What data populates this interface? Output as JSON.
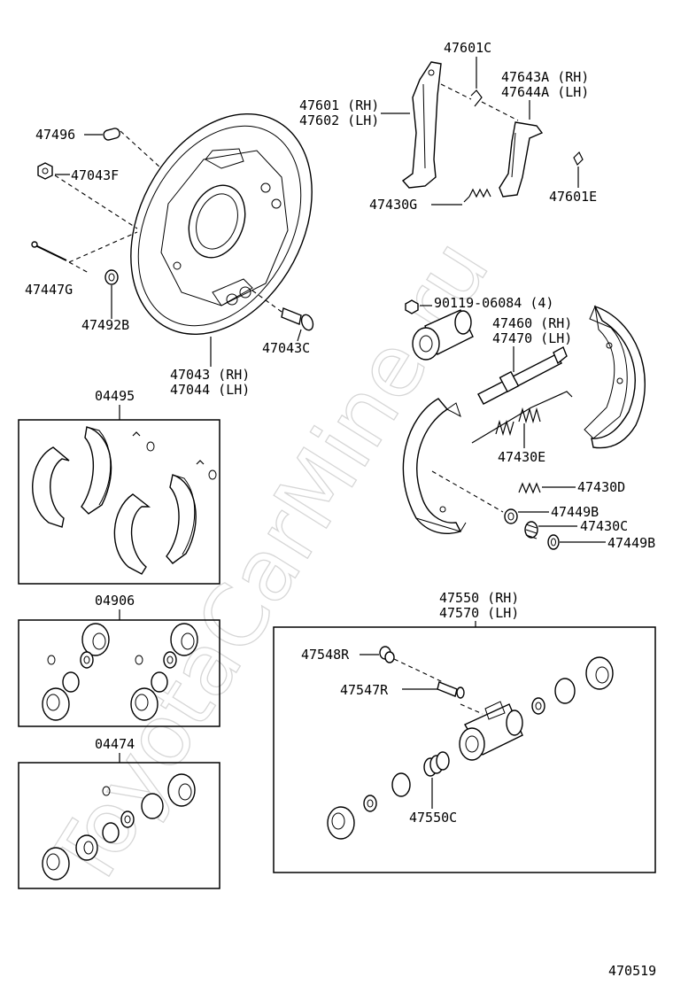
{
  "watermark": "ToyotaCarMine.ru",
  "diagram_id": "470519",
  "labels": {
    "p47496": "47496",
    "p47043F": "47043F",
    "p47447G": "47447G",
    "p47492B": "47492B",
    "p47043C": "47043C",
    "p47043_rh": "47043 (RH)",
    "p47044_lh": "47044 (LH)",
    "p47601C": "47601C",
    "p47601_rh": "47601 (RH)",
    "p47602_lh": "47602 (LH)",
    "p47643A_rh": "47643A (RH)",
    "p47644A_lh": "47644A (LH)",
    "p47601E": "47601E",
    "p47430G": "47430G",
    "p90119": "90119-06084 (4)",
    "p47460_rh": "47460 (RH)",
    "p47470_lh": "47470 (LH)",
    "p47430E": "47430E",
    "p47430D": "47430D",
    "p47449B_1": "47449B",
    "p47430C": "47430C",
    "p47449B_2": "47449B",
    "p04495": "04495",
    "p04906": "04906",
    "p04474": "04474",
    "p47550_rh": "47550 (RH)",
    "p47570_lh": "47570 (LH)",
    "p47548R": "47548R",
    "p47547R": "47547R",
    "p47550C": "47550C"
  }
}
